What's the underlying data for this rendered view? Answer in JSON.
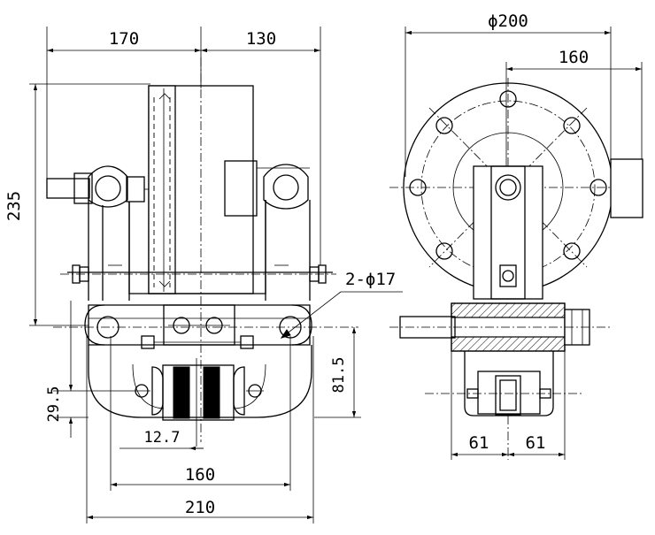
{
  "dimensions": {
    "front_left_width": "170",
    "front_right_width": "130",
    "overall_height": "235",
    "hole_callout": "2-ϕ17",
    "height_to_center": "81.5",
    "lower_height": "29.5",
    "shoe_width": "12.7",
    "pin_spacing": "160",
    "overall_width": "210",
    "disc_diameter": "ϕ200",
    "side_offset": "160",
    "side_left_half": "61",
    "side_right_half": "61"
  }
}
